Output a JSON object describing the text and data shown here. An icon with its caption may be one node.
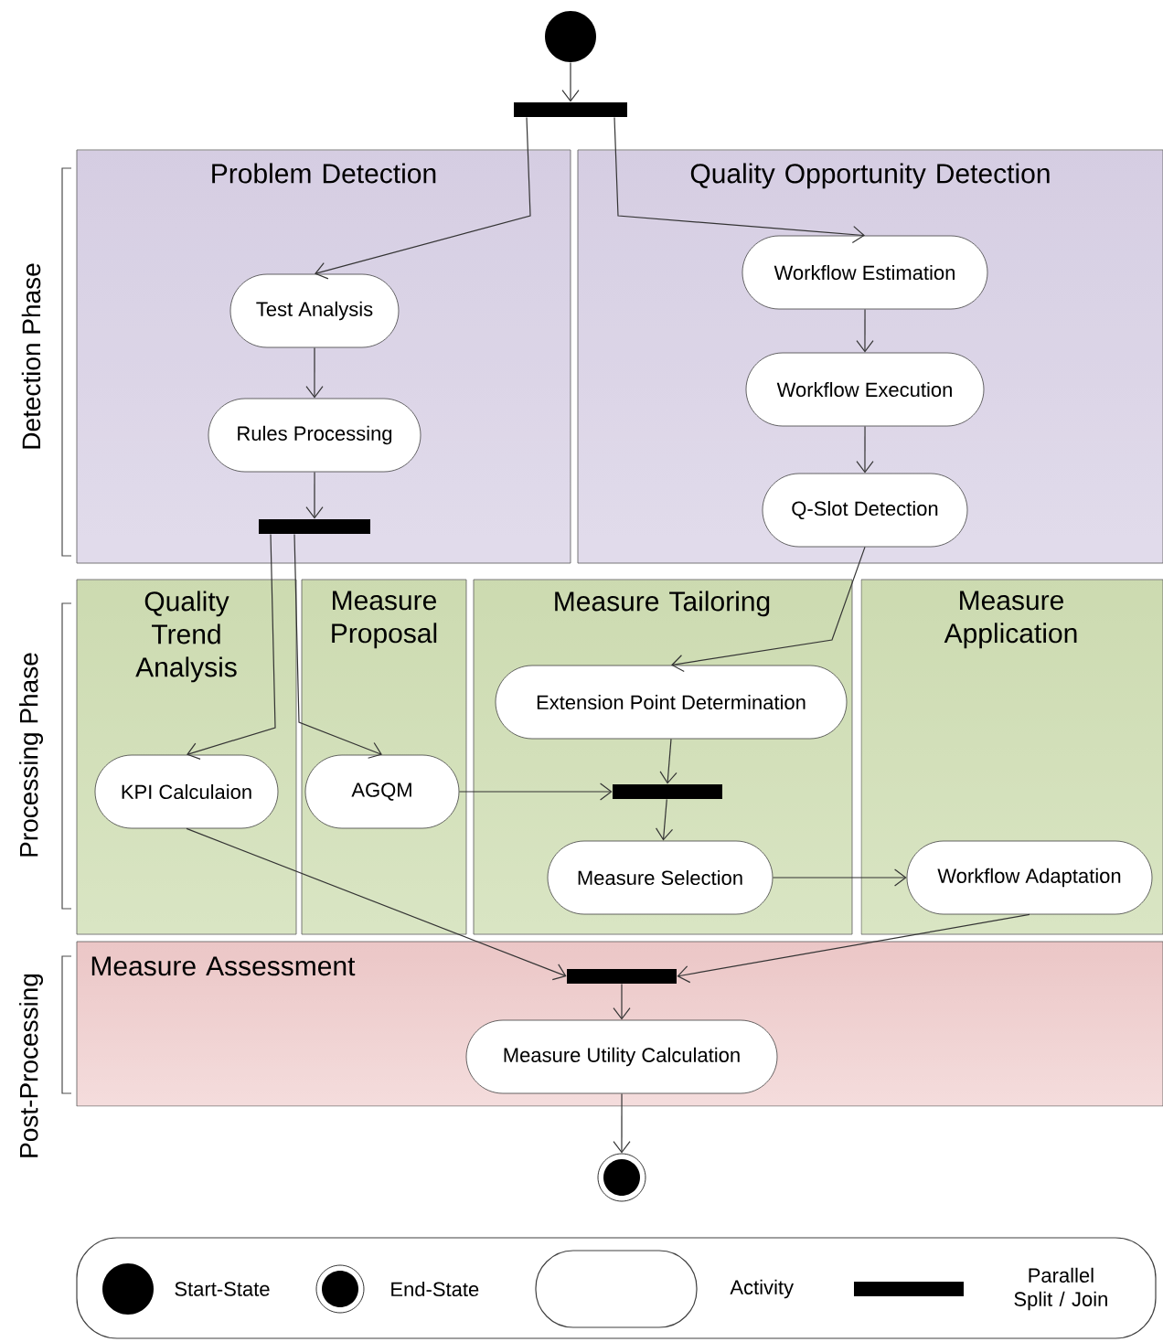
{
  "diagram": {
    "nodes": [
      {
        "text": [
          "Problem Detection"
        ]
      },
      {
        "text": [
          "Quality Opportunity Detection"
        ]
      },
      {
        "text": [
          "Quality Trend Analysis"
        ]
      },
      {
        "text": [
          "Measure Proposal"
        ]
      },
      {
        "text": [
          "Measure Tailoring"
        ]
      },
      {
        "text": [
          "Measure Application"
        ]
      },
      {
        "text": [
          "Measure Assessment"
        ]
      },
      {
        "text": [],
        "shape": "circle"
      },
      {
        "text": [],
        "shape": "bar"
      },
      {
        "text": [
          "Test Analysis"
        ],
        "in": 0
      },
      {
        "text": [
          "Rules Processing"
        ],
        "in": 0
      },
      {
        "text": [],
        "shape": "bar",
        "in": 0
      },
      {
        "text": [
          "Workflow Estimation"
        ],
        "in": 1
      },
      {
        "text": [
          "Workflow Execution"
        ],
        "in": 1
      },
      {
        "text": [
          "Q-Slot Detection"
        ],
        "in": 1
      },
      {
        "text": [
          "Extension Point Determination"
        ],
        "in": 4
      },
      {
        "text": [
          "KPI Calculaion"
        ],
        "in": 2
      },
      {
        "text": [
          "AGQM"
        ],
        "in": 3
      },
      {
        "text": [],
        "shape": "bar",
        "in": 4
      },
      {
        "text": [
          "Measure Selection"
        ],
        "in": 4
      },
      {
        "text": [
          "Workflow Adaptation"
        ],
        "in": 5
      },
      {
        "text": [],
        "shape": "bar",
        "in": 6
      },
      {
        "text": [
          "Measure Utility Calculation"
        ],
        "in": 6
      },
      {
        "text": [],
        "shape": "bullseye"
      }
    ],
    "edges": [
      {
        "from": 7,
        "to": 8,
        "arrow": "to"
      },
      {
        "from": 8,
        "to": 9,
        "arrow": "to"
      },
      {
        "from": 8,
        "to": 12,
        "arrow": "to"
      },
      {
        "from": 9,
        "to": 10,
        "arrow": "to"
      },
      {
        "from": 10,
        "to": 11,
        "arrow": "to"
      },
      {
        "from": 12,
        "to": 13,
        "arrow": "to"
      },
      {
        "from": 13,
        "to": 14,
        "arrow": "to"
      },
      {
        "from": 11,
        "to": 16,
        "arrow": "to"
      },
      {
        "from": 11,
        "to": 17,
        "arrow": "to"
      },
      {
        "from": 14,
        "to": 15,
        "arrow": "to"
      },
      {
        "from": 15,
        "to": 18,
        "arrow": "to"
      },
      {
        "from": 17,
        "to": 18,
        "arrow": "to"
      },
      {
        "from": 18,
        "to": 19,
        "arrow": "to"
      },
      {
        "from": 19,
        "to": 20,
        "arrow": "to"
      },
      {
        "from": 16,
        "to": 21,
        "arrow": "to"
      },
      {
        "from": 20,
        "to": 21,
        "arrow": "to"
      },
      {
        "from": 21,
        "to": 22,
        "arrow": "to"
      },
      {
        "from": 22,
        "to": 23,
        "arrow": "to"
      }
    ],
    "labels": [
      "Detection Phase",
      "Processing Phase",
      "Post-Processing"
    ],
    "legend": [
      {
        "text": "Start-State"
      },
      {
        "text": "End-State"
      },
      {
        "text": "Activity"
      },
      {
        "text": "Parallel Split / Join"
      }
    ]
  }
}
